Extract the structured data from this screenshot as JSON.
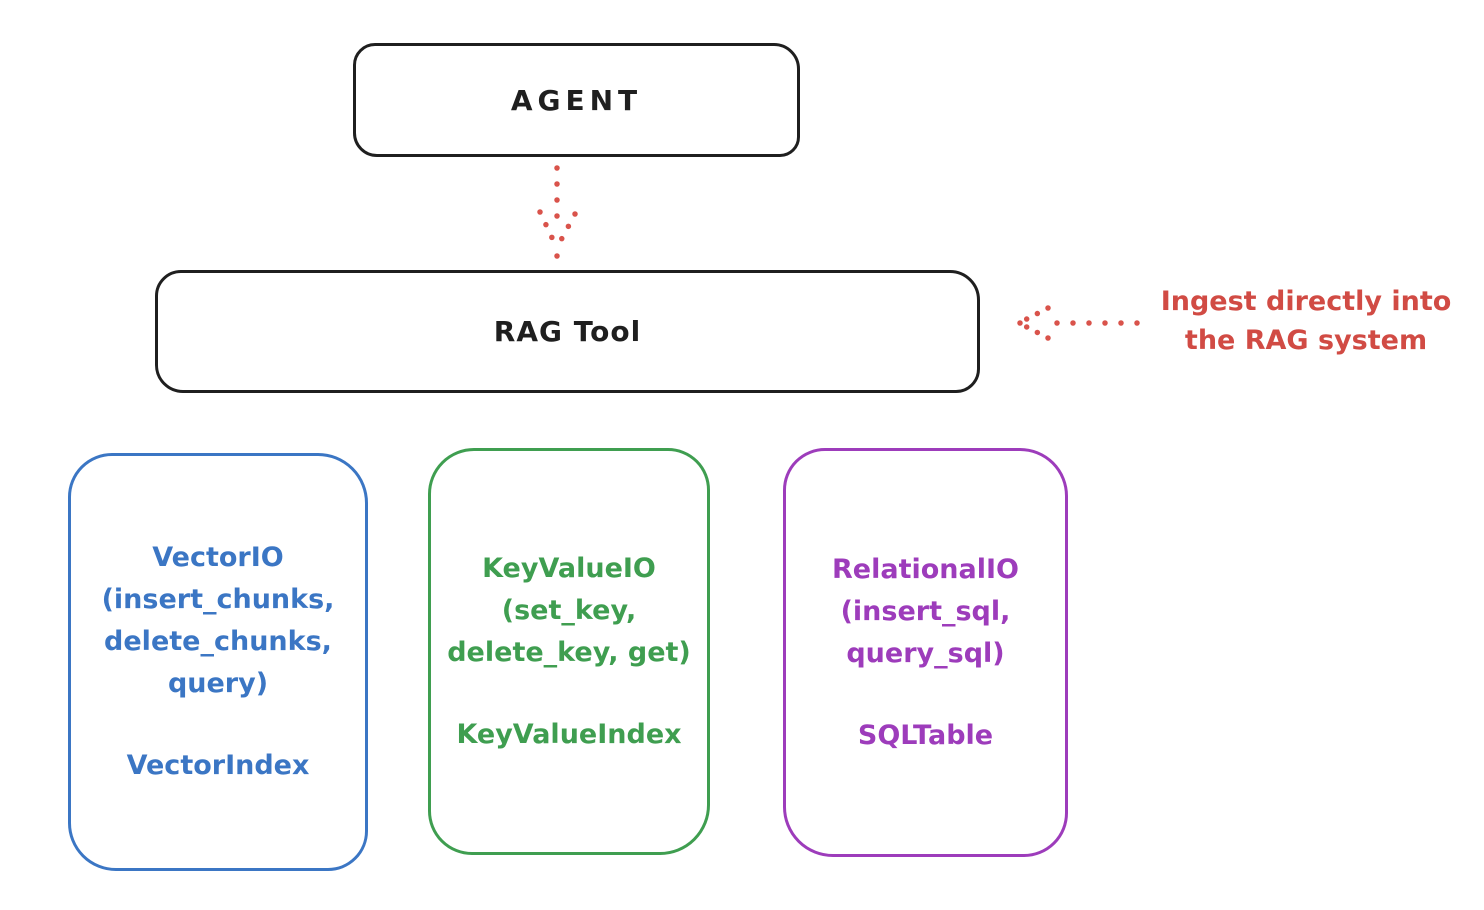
{
  "agent_box": {
    "label": "AGENT"
  },
  "rag_tool_box": {
    "label": "RAG Tool"
  },
  "ingest_annotation": {
    "line1": "Ingest directly into",
    "line2": "the RAG system",
    "color": "#d14b44"
  },
  "arrows": {
    "agent_to_rag": {
      "style": "dotted",
      "color": "#d9534b",
      "direction": "down"
    },
    "ingest_to_rag": {
      "style": "dotted",
      "color": "#d9534b",
      "direction": "left"
    }
  },
  "io_boxes": [
    {
      "id": "vector-io",
      "lines": [
        "VectorIO",
        "(insert_chunks,",
        "delete_chunks,",
        "query)"
      ],
      "index_label": "VectorIndex",
      "color": "#3b76c4"
    },
    {
      "id": "keyvalue-io",
      "lines": [
        "KeyValueIO",
        "(set_key,",
        "delete_key, get)"
      ],
      "index_label": "KeyValueIndex",
      "color": "#3f9e50"
    },
    {
      "id": "relational-io",
      "lines": [
        "RelationalIO",
        "(insert_sql,",
        "query_sql)"
      ],
      "index_label": "SQLTable",
      "color": "#9d3cbb"
    }
  ],
  "colors": {
    "ink": "#1f1f1f",
    "red": "#d14b44"
  }
}
